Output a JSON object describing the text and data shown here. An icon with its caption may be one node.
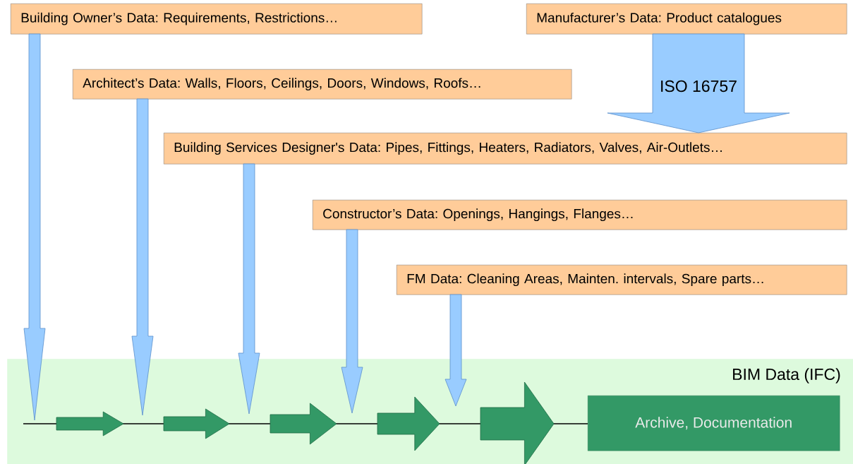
{
  "diagram": {
    "nodes": [
      {
        "text": [
          "Building Owner’s Data: Requirements, Restrictions…"
        ]
      },
      {
        "text": [
          "Manufacturer’s Data: Product catalogues"
        ]
      },
      {
        "text": [
          "Architect’s Data: Walls, Floors, Ceilings, Doors, Windows, Roofs…"
        ]
      },
      {
        "text": [
          "Building Services Designer's Data: Pipes, Fittings, Heaters, Radiators, Valves, Air-Outlets…"
        ]
      },
      {
        "text": [
          "Constructor’s Data: Openings, Hangings, Flanges…"
        ]
      },
      {
        "text": [
          "FM Data: Cleaning Areas, Mainten. intervals, Spare parts…"
        ]
      },
      {
        "text": [
          "BIM Data (IFC)"
        ]
      },
      {
        "text": [
          "Archive, Documentation"
        ],
        "in": 6
      }
    ],
    "edges": [
      {
        "from": 0,
        "to": 6,
        "arrow": "to"
      },
      {
        "from": 2,
        "to": 6,
        "arrow": "to"
      },
      {
        "from": 3,
        "to": 6,
        "arrow": "to"
      },
      {
        "from": 4,
        "to": 6,
        "arrow": "to"
      },
      {
        "from": 5,
        "to": 6,
        "arrow": "to"
      },
      {
        "from": 1,
        "to": 3,
        "arrow": "to",
        "label": "ISO 16757",
        "style": "thick"
      }
    ]
  }
}
